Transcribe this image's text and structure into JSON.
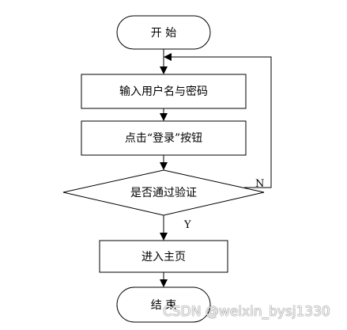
{
  "nodes": {
    "start": "开 始",
    "input": "输入用户名与密码",
    "click_login": "点击“登录”按钮",
    "decision": "是否通过验证",
    "enter_home": "进入主页",
    "end": "结 束"
  },
  "edge_labels": {
    "no": "N",
    "yes": "Y"
  },
  "watermark": "CSDN @weixin_bysj1330",
  "colors": {
    "stroke": "#000000",
    "background": "#ffffff"
  }
}
